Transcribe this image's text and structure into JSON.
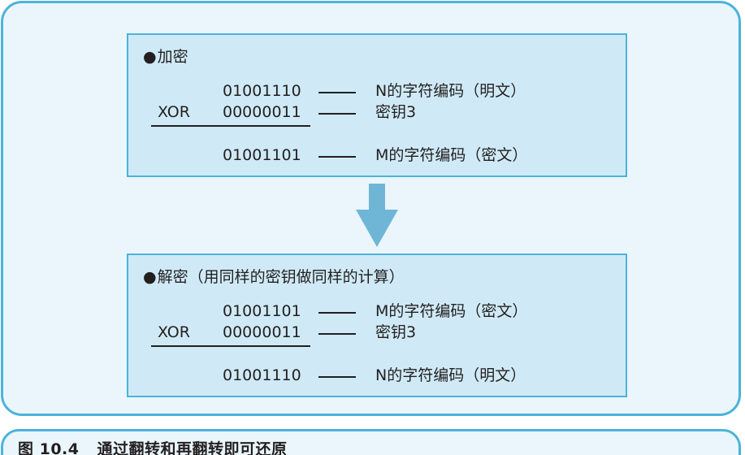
{
  "encrypt": {
    "heading": "加密",
    "bullet": "●",
    "row1": {
      "op": "",
      "bits": "01001110",
      "desc": "N的字符编码（明文）"
    },
    "row2": {
      "op": "XOR",
      "bits": "00000011",
      "desc": "密钥3"
    },
    "result": {
      "bits": "01001101",
      "desc": "M的字符编码（密文）"
    }
  },
  "decrypt": {
    "heading": "解密（用同样的密钥做同样的计算）",
    "bullet": "●",
    "row1": {
      "op": "",
      "bits": "01001101",
      "desc": "M的字符编码（密文）"
    },
    "row2": {
      "op": "XOR",
      "bits": "00000011",
      "desc": "密钥3"
    },
    "result": {
      "bits": "01001110",
      "desc": "N的字符编码（明文）"
    }
  },
  "caption": {
    "number": "图 10.4",
    "title": "通过翻转和再翻转即可还原"
  },
  "colors": {
    "panel_bg": "#eaf6fb",
    "box_bg": "#cfeaf6",
    "border": "#4cb3da",
    "arrow": "#6fb6d6",
    "text": "#231f20"
  }
}
